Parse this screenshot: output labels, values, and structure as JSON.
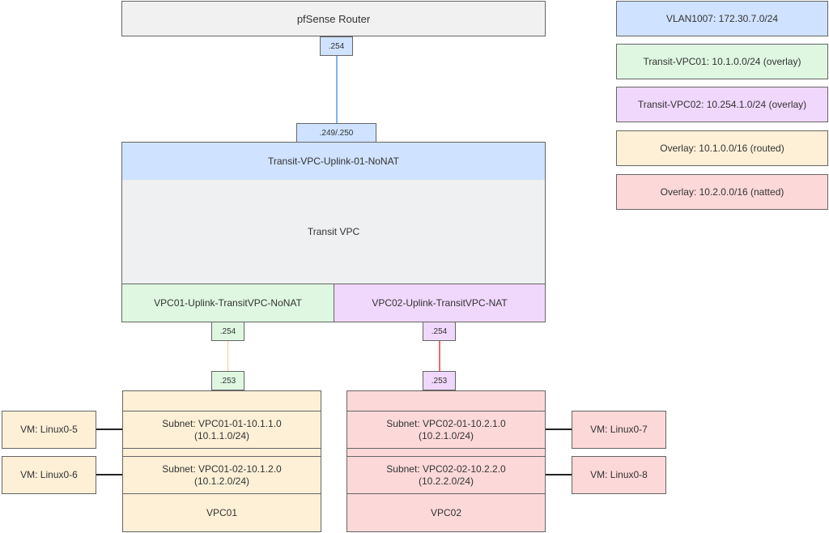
{
  "router": {
    "label": "pfSense Router",
    "port": ".254"
  },
  "transit_vpc": {
    "uplink_port": ".249/.250",
    "uplink_label": "Transit-VPC-Uplink-01-NoNAT",
    "label": "Transit VPC",
    "downlinks": [
      {
        "label": "VPC01-Uplink-TransitVPC-NoNAT",
        "port_top": ".254",
        "port_bottom": ".253"
      },
      {
        "label": "VPC02-Uplink-TransitVPC-NAT",
        "port_top": ".254",
        "port_bottom": ".253"
      }
    ]
  },
  "vpcs": [
    {
      "label": "VPC01",
      "subnets": [
        {
          "name": "Subnet: VPC01-01-10.1.1.0",
          "cidr": "(10.1.1.0/24)",
          "vm": "VM: Linux0-5"
        },
        {
          "name": "Subnet: VPC01-02-10.1.2.0",
          "cidr": "(10.1.2.0/24)",
          "vm": "VM: Linux0-6"
        }
      ]
    },
    {
      "label": "VPC02",
      "subnets": [
        {
          "name": "Subnet: VPC02-01-10.2.1.0",
          "cidr": "(10.2.1.0/24)",
          "vm": "VM: Linux0-7"
        },
        {
          "name": "Subnet: VPC02-02-10.2.2.0",
          "cidr": "(10.2.2.0/24)",
          "vm": "VM: Linux0-8"
        }
      ]
    }
  ],
  "legend": [
    {
      "label": "VLAN1007: 172.30.7.0/24",
      "color": "#cfe2ff"
    },
    {
      "label": "Transit-VPC01: 10.1.0.0/24 (overlay)",
      "color": "#dff7e1"
    },
    {
      "label": "Transit-VPC02: 10.254.1.0/24 (overlay)",
      "color": "#f0d7fc"
    },
    {
      "label": "Overlay: 10.1.0.0/16 (routed)",
      "color": "#fdf0d7"
    },
    {
      "label": "Overlay: 10.2.0.0/16 (natted)",
      "color": "#fdd8d8"
    }
  ],
  "link_colors": {
    "vlan": "#7fb3f0",
    "vpc01": "#f7c9a0",
    "vpc02": "#ee6a6a",
    "vm": "#222222"
  }
}
